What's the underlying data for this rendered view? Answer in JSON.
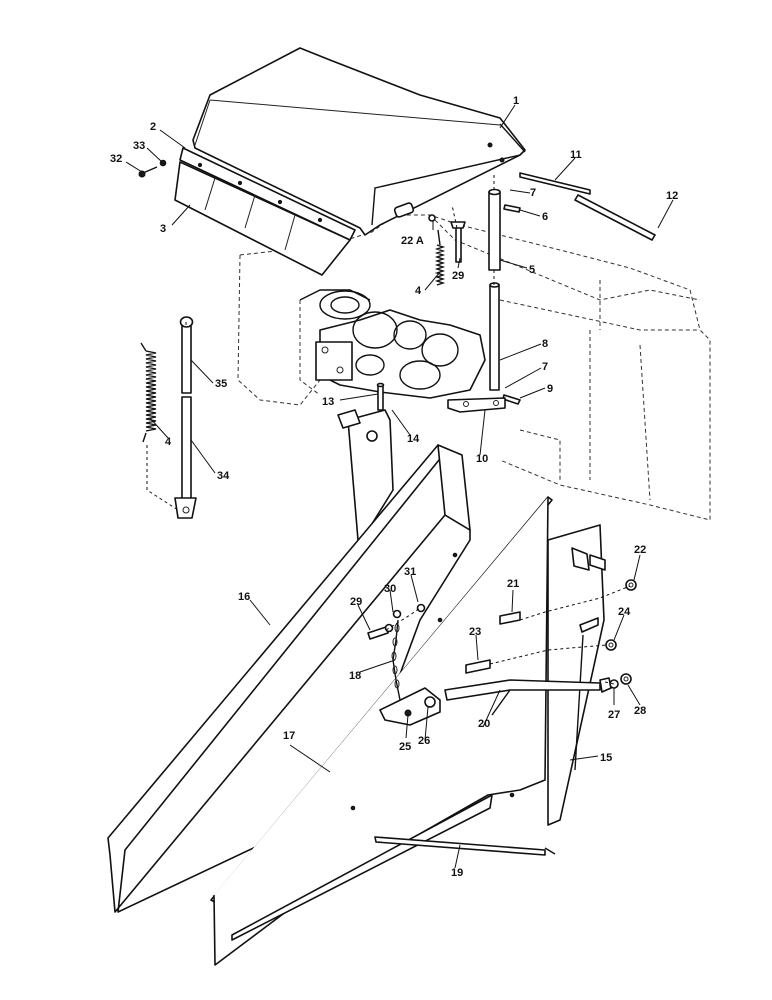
{
  "callouts": {
    "c1": "1",
    "c2": "2",
    "c3": "3",
    "c4a": "4",
    "c4b": "4",
    "c5": "5",
    "c6": "6",
    "c7a": "7",
    "c7b": "7",
    "c8": "8",
    "c9": "9",
    "c10": "10",
    "c11": "11",
    "c12": "12",
    "c13": "13",
    "c14": "14",
    "c15": "15",
    "c16": "16",
    "c17": "17",
    "c18": "18",
    "c19": "19",
    "c20": "20",
    "c21": "21",
    "c22": "22",
    "c22a": "22 A",
    "c23": "23",
    "c24": "24",
    "c25": "25",
    "c26": "26",
    "c27": "27",
    "c28": "28",
    "c29a": "29",
    "c29b": "29",
    "c30": "30",
    "c31": "31",
    "c32": "32",
    "c33": "33",
    "c34": "34",
    "c35": "35"
  },
  "icons": {
    "hood": "hood-shape",
    "spring": "coil-spring-icon",
    "bolt": "bolt-icon",
    "nut": "nut-icon",
    "washer": "washer-icon",
    "chain": "chain-icon",
    "rod": "rod-icon",
    "panel": "panel-shape"
  }
}
